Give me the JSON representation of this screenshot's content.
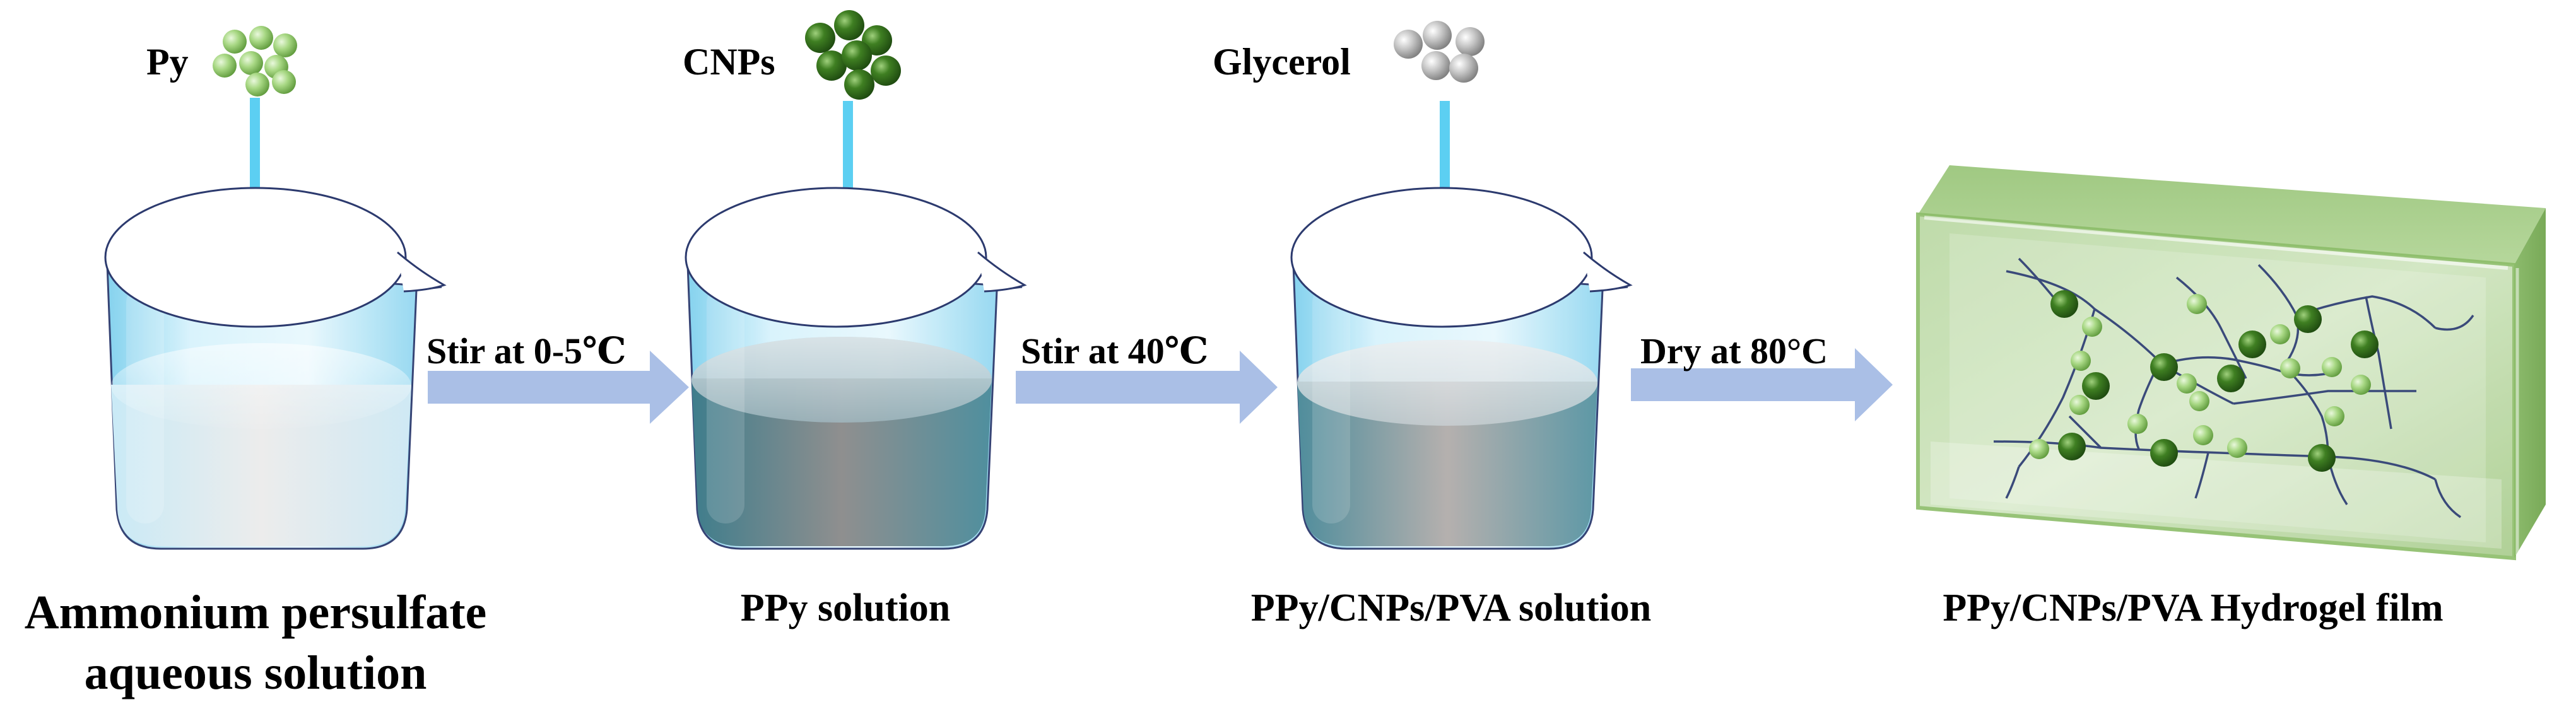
{
  "reagents": [
    {
      "label": "Py",
      "color": "#8fcb6a"
    },
    {
      "label": "CNPs",
      "color": "#3d7a22"
    },
    {
      "label": "Glycerol",
      "color": "#b9b9b9"
    }
  ],
  "steps": [
    {
      "label": "Stir at 0-5℃"
    },
    {
      "label": "Stir at 40℃"
    },
    {
      "label": "Dry at 80°C"
    }
  ],
  "stages": [
    {
      "line1": "Ammonium persulfate",
      "line2": "aqueous solution"
    },
    {
      "line1": "PPy solution"
    },
    {
      "line1": "PPy/CNPs/PVA solution"
    },
    {
      "line1": "PPy/CNPs/PVA Hydrogel film"
    }
  ],
  "colors": {
    "drop_arrow": "#5ccff2",
    "process_arrow": "#aabfe6",
    "beaker_glass": "#cfeffb",
    "beaker_outline": "#2c3a6e",
    "ppy_solution": "#4f8b99",
    "gel_green": "#9cc77e",
    "gel_dark": "#6fa24e"
  }
}
